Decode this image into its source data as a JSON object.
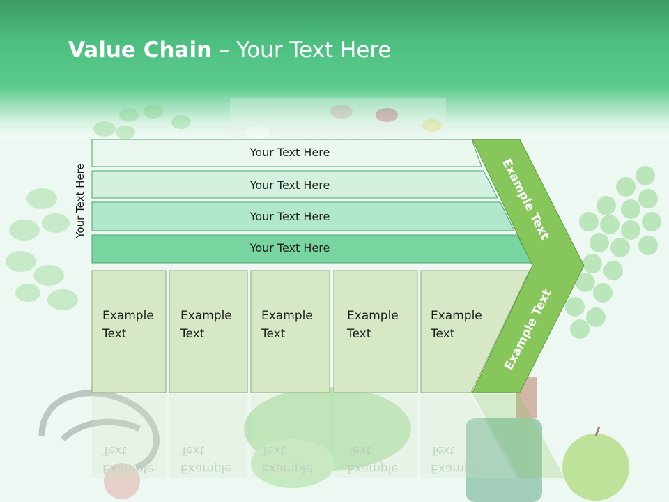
{
  "title": {
    "bold": "Value Chain",
    "rest": " – Your Text Here"
  },
  "side_label": "Your Text Here",
  "rows": [
    {
      "label": "Your Text Here",
      "fill": "#eaf7ee"
    },
    {
      "label": "Your Text Here",
      "fill": "#d4f1e0"
    },
    {
      "label": "Your Text Here",
      "fill": "#b1e7ca"
    },
    {
      "label": "Your Text Here",
      "fill": "#79d59f"
    }
  ],
  "boxes": [
    {
      "line1": "Example",
      "line2": "Text"
    },
    {
      "line1": "Example",
      "line2": "Text"
    },
    {
      "line1": "Example",
      "line2": "Text"
    },
    {
      "line1": "Example",
      "line2": "Text"
    },
    {
      "line1": "Example",
      "line2": "Text"
    }
  ],
  "chevron": {
    "upper": "Example Text",
    "lower": "Example Text"
  },
  "colors": {
    "chevron_fill": "#86c65a",
    "box_fill": "#d6e8c6",
    "title_band": "#4cbf80"
  }
}
